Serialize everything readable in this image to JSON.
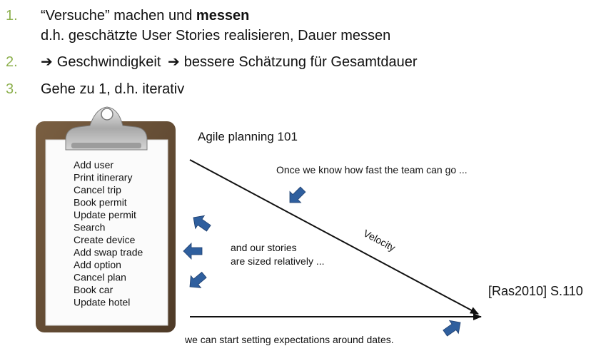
{
  "list": [
    {
      "number": "1.",
      "line1_prefix": "“Versuche” machen und ",
      "line1_bold": "messen",
      "line2": "d.h. geschätzte User Stories realisieren, Dauer messen"
    },
    {
      "number": "2.",
      "arrow1": "➔",
      "text1": "Geschwindigkeit",
      "arrow2": "➔",
      "text2": "bessere Schätzung für Gesamtdauer"
    },
    {
      "number": "3.",
      "text": "Gehe zu 1, d.h. iterativ"
    }
  ],
  "clipboard": {
    "items": [
      "Add user",
      "Print itinerary",
      "Cancel trip",
      "Book permit",
      "Update permit",
      "Search",
      "Create device",
      "Add swap trade",
      "Add option",
      "Cancel plan",
      "Book car",
      "Update hotel"
    ]
  },
  "diagram": {
    "title": "Agile planning 101",
    "note_top": "Once we know how fast the team can go ...",
    "velocity_label": "Velocity",
    "note_mid_line1": "and our stories",
    "note_mid_line2": "are sized relatively ...",
    "note_bottom": "we can start setting expectations around dates."
  },
  "reference": "[Ras2010]   S.110",
  "colors": {
    "number_green": "#8db04e",
    "arrow_blue": "#2f5f9e",
    "clipboard_brown": "#6b5238"
  }
}
